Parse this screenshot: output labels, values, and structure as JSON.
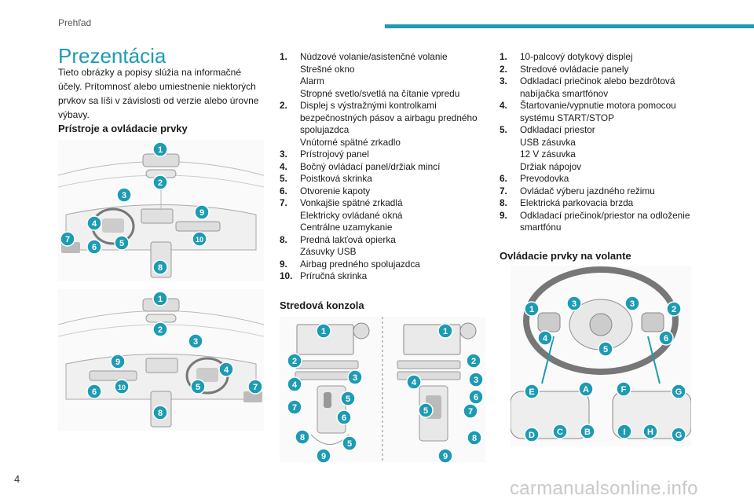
{
  "header": {
    "section": "Prehľad"
  },
  "title": "Prezentácia",
  "intro": "Tieto obrázky a popisy slúžia na informačné účely. Prítomnosť alebo umiestnenie niektorých prvkov sa líši v závislosti od verzie alebo úrovne výbavy.",
  "instruments_heading": "Prístroje a ovládacie prvky",
  "center_console_heading": "Stredová konzola",
  "steering_heading": "Ovládacie prvky na volante",
  "list_instruments": [
    {
      "n": "1.",
      "lines": [
        "Núdzové volanie/asistenčné volanie",
        "Strešné okno",
        "Alarm",
        "Stropné svetlo/svetlá na čítanie vpredu"
      ]
    },
    {
      "n": "2.",
      "lines": [
        "Displej s výstražnými kontrolkami bezpečnostných pásov a airbagu predného spolujazdca",
        "Vnútorné spätné zrkadlo"
      ]
    },
    {
      "n": "3.",
      "lines": [
        "Prístrojový panel"
      ]
    },
    {
      "n": "4.",
      "lines": [
        "Bočný ovládací panel/držiak mincí"
      ]
    },
    {
      "n": "5.",
      "lines": [
        "Poistková skrinka"
      ]
    },
    {
      "n": "6.",
      "lines": [
        "Otvorenie kapoty"
      ]
    },
    {
      "n": "7.",
      "lines": [
        "Vonkajšie spätné zrkadlá",
        "Elektricky ovládané okná",
        "Centrálne uzamykanie"
      ]
    },
    {
      "n": "8.",
      "lines": [
        "Predná lakťová opierka",
        "Zásuvky USB"
      ]
    },
    {
      "n": "9.",
      "lines": [
        "Airbag predného spolujazdca"
      ]
    },
    {
      "n": "10.",
      "lines": [
        "Príručná skrinka"
      ]
    }
  ],
  "list_console": [
    {
      "n": "1.",
      "lines": [
        "10-palcový dotykový displej"
      ]
    },
    {
      "n": "2.",
      "lines": [
        "Stredové ovládacie panely"
      ]
    },
    {
      "n": "3.",
      "lines": [
        "Odkladací priečinok alebo bezdrôtová nabíjačka smartfónov"
      ]
    },
    {
      "n": "4.",
      "lines": [
        "Štartovanie/vypnutie motora pomocou systému START/STOP"
      ]
    },
    {
      "n": "5.",
      "lines": [
        "Odkladací priestor",
        "USB zásuvka",
        "12 V zásuvka",
        "Držiak nápojov"
      ]
    },
    {
      "n": "6.",
      "lines": [
        "Prevodovka"
      ]
    },
    {
      "n": "7.",
      "lines": [
        "Ovládač výberu jazdného režimu"
      ]
    },
    {
      "n": "8.",
      "lines": [
        "Elektrická parkovacia brzda"
      ]
    },
    {
      "n": "9.",
      "lines": [
        "Odkladací priečinok/priestor na odloženie smartfónu"
      ]
    }
  ],
  "page_number": "4",
  "watermark": "carmanualsonline.info",
  "callouts_lhd": [
    "1",
    "2",
    "3",
    "9",
    "4",
    "5",
    "10",
    "7",
    "6",
    "8"
  ],
  "callouts_rhd": [
    "1",
    "2",
    "3",
    "9",
    "4",
    "7",
    "6",
    "10",
    "5",
    "8"
  ],
  "callouts_console_left": [
    "1",
    "2",
    "3",
    "4",
    "5",
    "6",
    "7",
    "8",
    "5",
    "9"
  ],
  "callouts_console_right": [
    "1",
    "2",
    "3",
    "4",
    "6",
    "5",
    "7",
    "8",
    "9"
  ],
  "callouts_wheel": [
    "1",
    "3",
    "3",
    "2",
    "4",
    "6",
    "5",
    "E",
    "A",
    "F",
    "G",
    "D",
    "C",
    "B",
    "I",
    "H",
    "G"
  ],
  "colors": {
    "accent": "#1d9bb3",
    "text": "#1a1a1a",
    "watermark": "#c9c9c9"
  }
}
